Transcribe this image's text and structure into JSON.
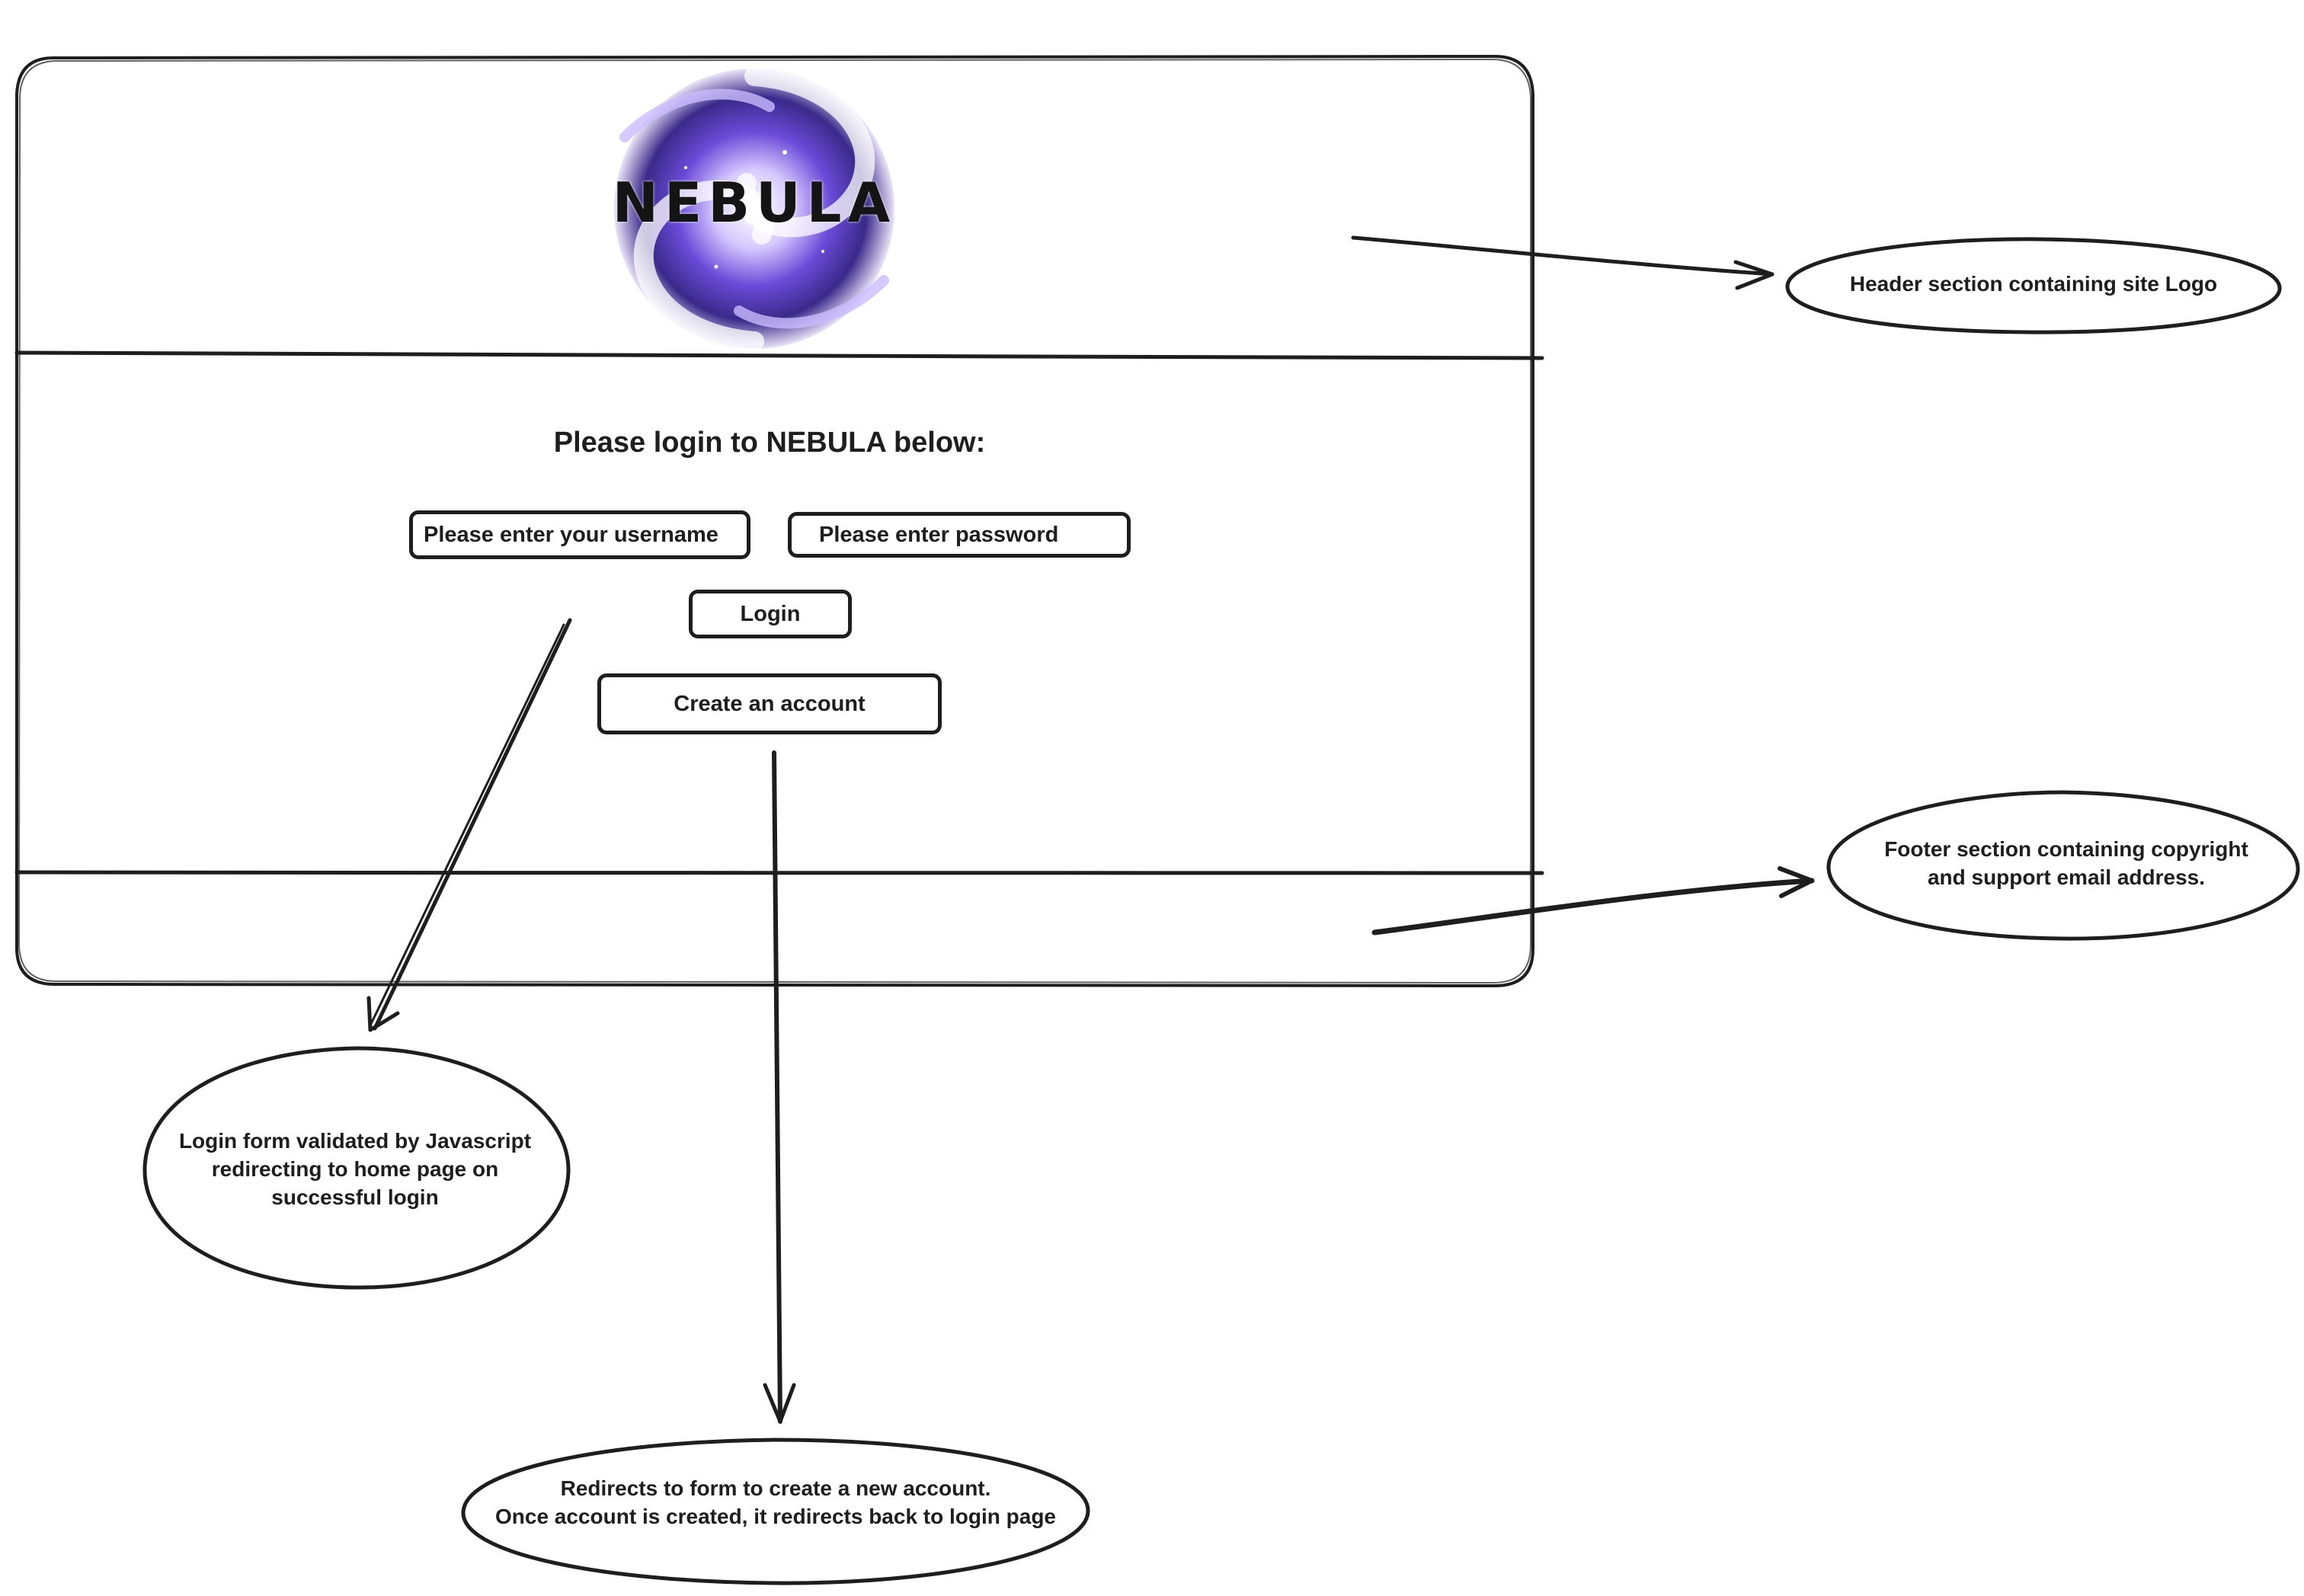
{
  "logo": {
    "text": "NEBULA",
    "colors": {
      "primary": "#6a4bd8",
      "secondary": "#b9a4f2",
      "deep": "#3a2a8a"
    }
  },
  "login_form": {
    "title": "Please login to NEBULA below:",
    "username_placeholder": "Please enter your username",
    "password_placeholder": "Please enter password",
    "login_label": "Login",
    "create_account_label": "Create an account"
  },
  "annotations": {
    "header": "Header section containing site Logo",
    "footer": "Footer section containing copyright\nand support email address.",
    "login": "Login form validated by Javascript\nredirecting to home page on\nsuccessful login",
    "create_account": "Redirects to form to create a new account.\nOnce account is created, it redirects back to login page"
  }
}
